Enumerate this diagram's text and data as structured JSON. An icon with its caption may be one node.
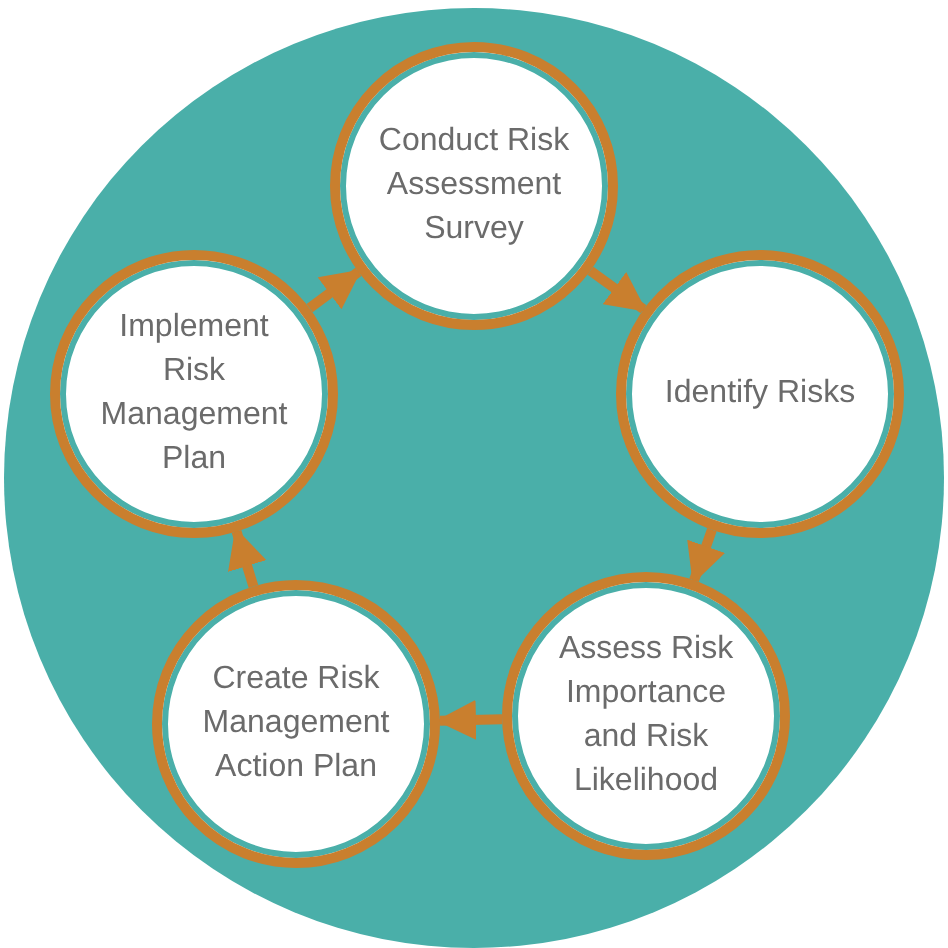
{
  "diagram": {
    "nodes": [
      {
        "text": [
          "Conduct Risk Assessment Survey"
        ]
      },
      {
        "text": [
          "Identify Risks"
        ]
      },
      {
        "text": [
          "Assess Risk Importance and Risk Likelihood"
        ]
      },
      {
        "text": [
          "Create Risk Management Action Plan"
        ]
      },
      {
        "text": [
          "Implement Risk Management Plan"
        ]
      }
    ],
    "edges": [
      {
        "from": 0,
        "to": 1,
        "arrow": "to"
      },
      {
        "from": 1,
        "to": 2,
        "arrow": "to"
      },
      {
        "from": 2,
        "to": 3,
        "arrow": "to"
      },
      {
        "from": 3,
        "to": 4,
        "arrow": "to"
      },
      {
        "from": 4,
        "to": 0,
        "arrow": "to"
      }
    ]
  }
}
